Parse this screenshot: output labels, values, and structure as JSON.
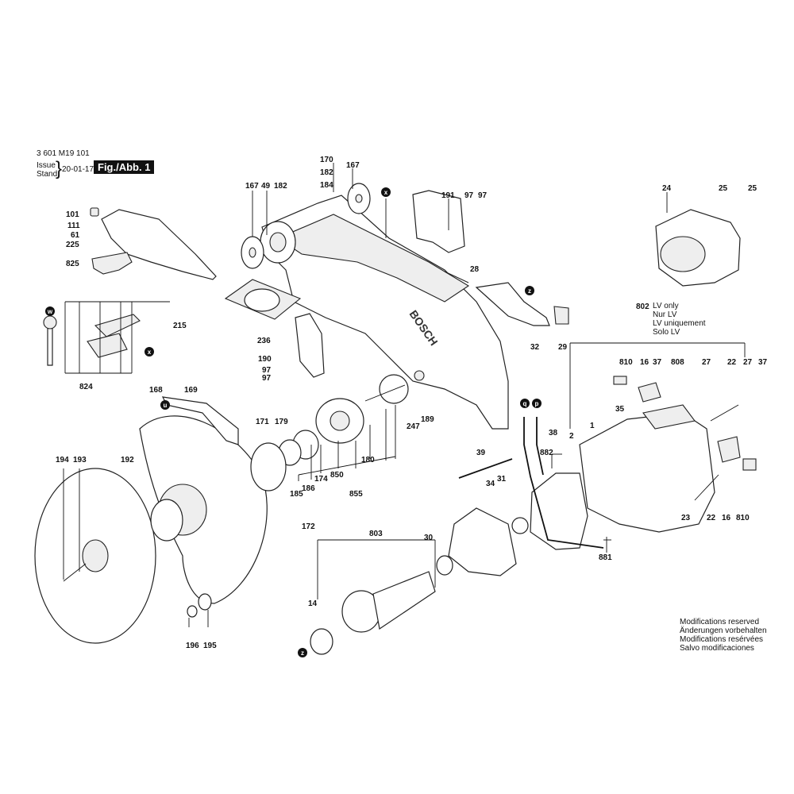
{
  "header": {
    "doc_number": "3 601 M19 101",
    "issue_label": "Issue",
    "stand_label": "Stand",
    "date": "20-01-17",
    "fig_label": "Fig./Abb. 1"
  },
  "lv_block": [
    "LV only",
    "Nur LV",
    "LV uniquement",
    "Solo LV"
  ],
  "modifications": [
    "Modifications reserved",
    "Änderungen vorbehalten",
    "Modifications resérvées",
    "Salvo modificaciones"
  ],
  "markers": [
    "x",
    "x",
    "z",
    "z",
    "u",
    "w",
    "q",
    "p"
  ],
  "brand": "BOSCH",
  "part_labels": [
    "170",
    "182",
    "184",
    "167",
    "167",
    "49",
    "182",
    "191",
    "97",
    "97",
    "24",
    "25",
    "25",
    "101",
    "111",
    "61",
    "225",
    "825",
    "28",
    "215",
    "236",
    "190",
    "97",
    "97",
    "32",
    "29",
    "802",
    "810",
    "16",
    "37",
    "808",
    "27",
    "22",
    "27",
    "37",
    "824",
    "168",
    "169",
    "171",
    "179",
    "180",
    "189",
    "247",
    "38",
    "2",
    "1",
    "35",
    "39",
    "882",
    "34",
    "31",
    "185",
    "186",
    "174",
    "850",
    "855",
    "194",
    "193",
    "192",
    "172",
    "803",
    "30",
    "14",
    "196",
    "195",
    "881",
    "23",
    "22",
    "16",
    "810"
  ]
}
